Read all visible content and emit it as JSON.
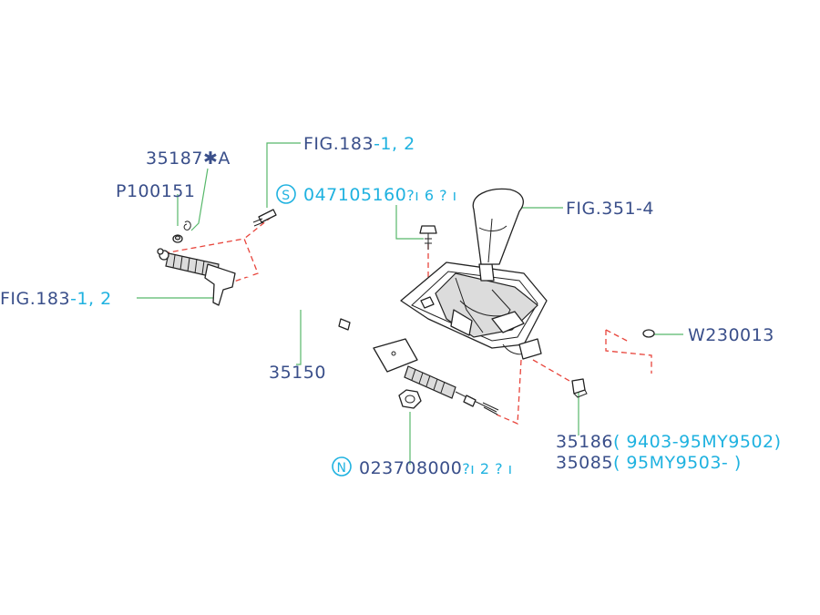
{
  "labels": {
    "fig183_top": "FIG.183",
    "fig183_top_suffix": "-1, 2",
    "fig183_left": "FIG.183",
    "fig183_left_suffix": "-1, 2",
    "part_35187": "35187",
    "part_35187_suffix": "✱A",
    "part_p100151": "P100151",
    "part_35150": "35150",
    "fig351": "FIG.351-4",
    "part_w230013": "W230013",
    "s_marker": "S",
    "part_047105160": "047105160",
    "part_047105160_suffix": "?ı 6   ? ı",
    "n_marker": "N",
    "part_023708000": "023708000",
    "part_023708000_suffix": "?ı 2   ? ı",
    "part_35186": "35186",
    "range_35186": "( 9403-95MY9502)",
    "part_35085": "35085",
    "range_35085": "( 95MY9503-         )"
  },
  "colors": {
    "label_blue": "#3a4f8a",
    "label_cyan": "#1fb2e0",
    "leader_green": "#57b86a",
    "dash_red": "#e8453c"
  }
}
